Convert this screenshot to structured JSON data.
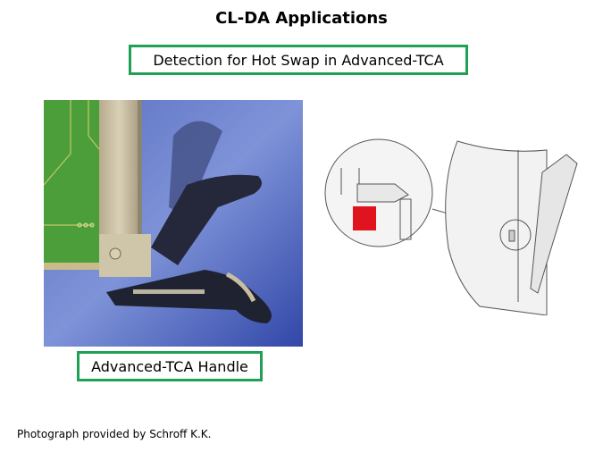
{
  "slide": {
    "title": "CL-DA Applications",
    "subtitle_box": "Detection for Hot Swap in Advanced-TCA",
    "photo_caption": "Advanced-TCA Handle",
    "credit": "Photograph provided by Schroff K.K.",
    "accent_color": "#1fa055",
    "highlight_color": "#e0141e"
  }
}
